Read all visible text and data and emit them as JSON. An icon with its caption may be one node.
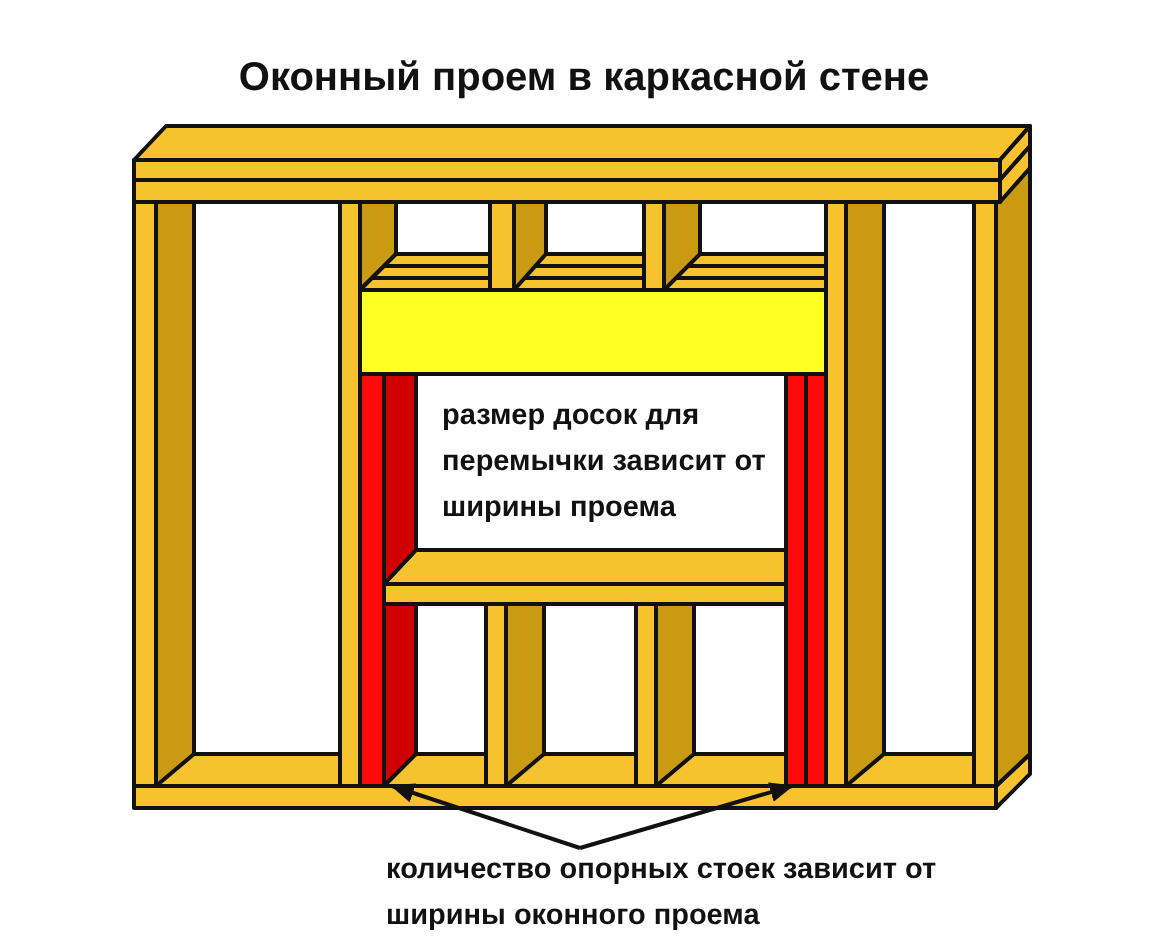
{
  "diagram": {
    "title": "Оконный проем в каркасной стене",
    "nodes": [
      {
        "text": [],
        "shape": "bar"
      },
      {
        "text": [],
        "shape": "bar"
      },
      {
        "text": [
          "количество опорных стоек зависит от ширины оконного проема"
        ]
      }
    ],
    "edges": [
      {
        "from": 2,
        "to": 0,
        "arrow": "to"
      },
      {
        "from": 2,
        "to": 1,
        "arrow": "to"
      }
    ],
    "labels": [
      "размер досок для перемычки зависит от ширины проема"
    ]
  }
}
